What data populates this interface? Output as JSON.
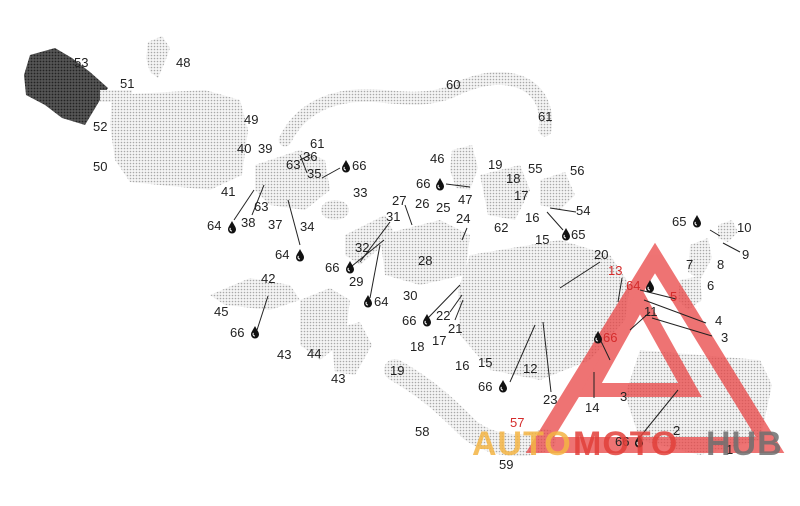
{
  "diagram": {
    "labels": [
      "53",
      "48",
      "51",
      "52",
      "50",
      "49",
      "40",
      "39",
      "41",
      "38",
      "64",
      "37",
      "63",
      "36",
      "35",
      "34",
      "61",
      "66",
      "60",
      "46",
      "19",
      "18",
      "17",
      "55",
      "56",
      "54",
      "16",
      "65",
      "15",
      "47",
      "25",
      "26",
      "27",
      "24",
      "62",
      "33",
      "31",
      "32",
      "29",
      "28",
      "30",
      "42",
      "45",
      "43",
      "44",
      "22",
      "21",
      "20",
      "13",
      "5",
      "4",
      "3",
      "11",
      "12",
      "14",
      "23",
      "57",
      "58",
      "59",
      "2",
      "1",
      "10",
      "9",
      "8",
      "7",
      "6"
    ],
    "oil_icon": "oil-drop-icon"
  },
  "watermark": {
    "word_a": "AUTO",
    "word_b": "MOTO",
    "word_c": "HUB",
    "colors": {
      "a": "#f4b544",
      "b": "#e2403a",
      "c": "#6f6f6f",
      "triangle": "#e94545"
    }
  },
  "colors": {
    "part": "#bdbdbd",
    "dark_part": "#4a4a4a",
    "line": "#222222"
  }
}
